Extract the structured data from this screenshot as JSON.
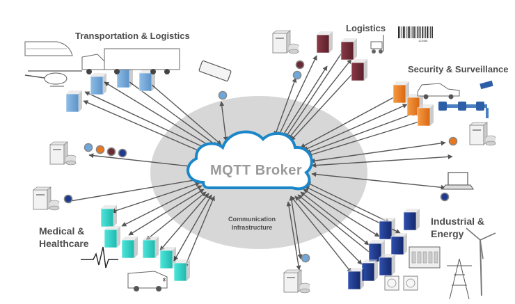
{
  "center": {
    "broker_label": "MQTT Broker",
    "infrastructure_line1": "Communication",
    "infrastructure_line2": "Infrastructure"
  },
  "sectors": {
    "transportation": "Transportation & Logistics",
    "logistics": "Logistics",
    "security": "Security & Surveillance",
    "industrial_line1": "Industrial &",
    "industrial_line2": "Energy",
    "medical_line1": "Medical &",
    "medical_line2": "Healthcare"
  },
  "barcode_number": "123456",
  "colors": {
    "transportation_block": "#6fa8dc",
    "logistics_block": "#6b2a35",
    "security_block": "#e8771e",
    "industrial_block": "#1f3a8a",
    "medical_block": "#2cd4c8",
    "ellipse": "#d7d7d7",
    "cloud_outline": "#1b86c8",
    "arrow": "#555555"
  },
  "icons": [
    "server-icon",
    "truck-icon",
    "train-icon",
    "helicopter-icon",
    "tablet-icon",
    "forklift-icon",
    "barcode-icon",
    "police-car-icon",
    "pipeline-icon",
    "laptop-icon",
    "factory-panel-icon",
    "wind-turbine-icon",
    "power-tower-icon",
    "gauge-icon",
    "ambulance-icon",
    "ecg-icon",
    "sensor-dot-icon"
  ]
}
